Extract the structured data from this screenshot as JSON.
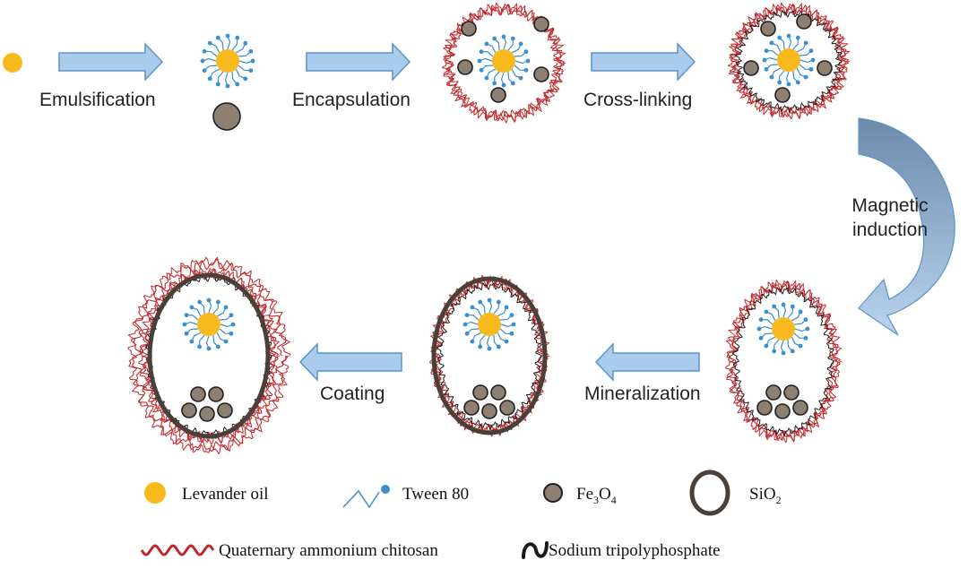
{
  "colors": {
    "oil": "#f7b91c",
    "tween": "#3a8fd0",
    "fe3o4_fill": "#8d7f72",
    "fe3o4_stroke": "#1e1e1e",
    "sio2": "#4a3f39",
    "chitosan": "#c0282b",
    "tpp": "#1a1a1a",
    "arrow_fill": "#a9ccec",
    "arrow_stroke": "#5d94c8",
    "curved_arrow_dark": "#6a87a8"
  },
  "steps": {
    "emulsification": "Emulsification",
    "encapsulation": "Encapsulation",
    "cross_linking": "Cross-linking",
    "magnetic_induction_line1": "Magnetic",
    "magnetic_induction_line2": "induction",
    "mineralization": "Mineralization",
    "coating": "Coating"
  },
  "legend": {
    "oil": "Levander oil",
    "tween": "Tween 80",
    "fe3o4_main": "Fe",
    "fe3o4_sub1": "3",
    "fe3o4_mid": "O",
    "fe3o4_sub2": "4",
    "sio2_main": "SiO",
    "sio2_sub": "2",
    "chitosan": "Quaternary ammonium chitosan",
    "tpp": "Sodium tripolyphosphate"
  }
}
